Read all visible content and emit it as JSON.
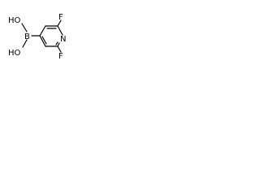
{
  "molecule": {
    "atoms": {
      "fluoro_top": "F",
      "fluoro_bottom": "F",
      "hydroxy_top": "HO",
      "hydroxy_bottom": "HO",
      "boron": "B",
      "nitrogen": "N"
    }
  },
  "colors": {
    "bond": "#000000",
    "label": "#000000",
    "background": "#ffffff"
  }
}
